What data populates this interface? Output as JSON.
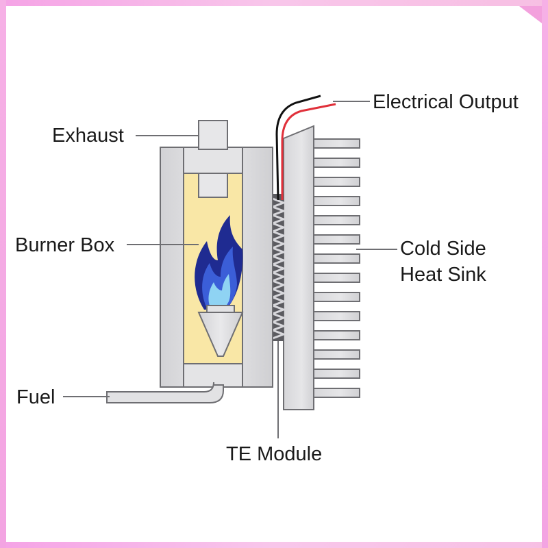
{
  "labels": {
    "exhaust": "Exhaust",
    "burner_box": "Burner Box",
    "fuel": "Fuel",
    "electrical_output": "Electrical Output",
    "cold_side_line1": "Cold Side",
    "cold_side_line2": "Heat Sink",
    "te_module": "TE Module"
  },
  "colors": {
    "border_gradient_left": "#f7a8e8",
    "border_gradient_right": "#f7c9e6",
    "metal_light": "#e2e2e4",
    "metal_mid": "#c9c9cc",
    "metal_dark": "#6e6e72",
    "chamber_yellow": "#f9e8a8",
    "flame_dark_blue": "#1f2a8c",
    "flame_blue": "#3a5cd6",
    "flame_light_blue": "#8fd1f2",
    "wire_red": "#e0303a",
    "wire_black": "#111111",
    "leader_line": "#6e6e72"
  }
}
